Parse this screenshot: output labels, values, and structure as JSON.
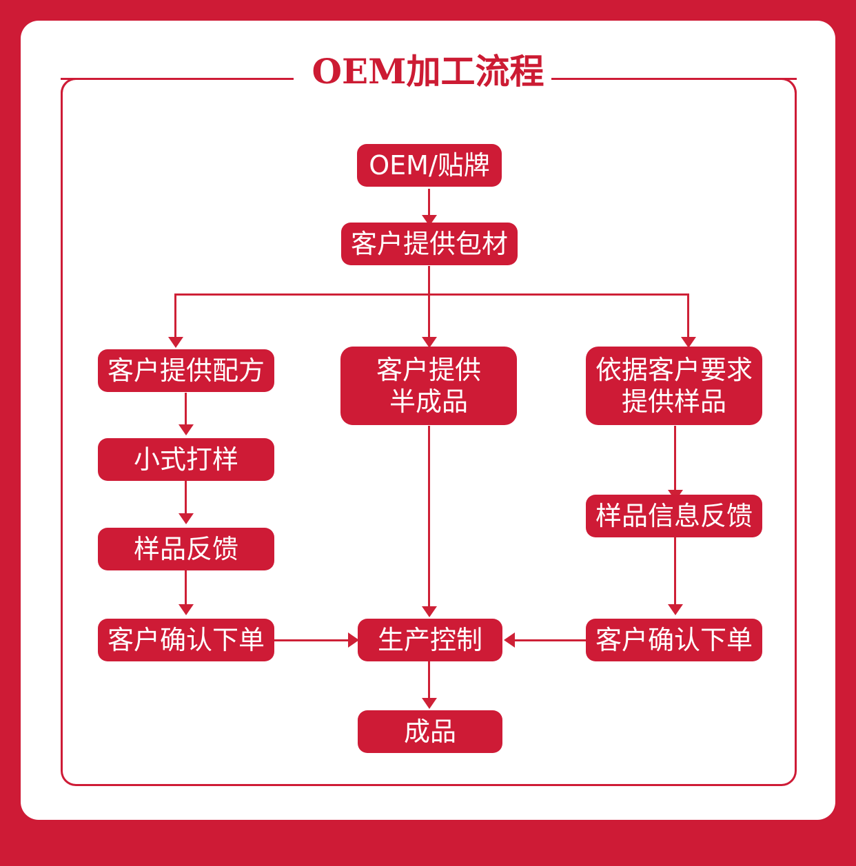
{
  "title": "OEM加工流程",
  "colors": {
    "frame": "#ce1b36",
    "node_fill": "#ce1b36",
    "node_text": "#ffffff",
    "connector": "#ce2036",
    "title_text": "#cc1b33",
    "panel": "#ffffff"
  },
  "chart_data": {
    "type": "diagram",
    "diagram_kind": "flowchart",
    "title": "OEM加工流程",
    "orientation": "top-to-bottom",
    "nodes": [
      {
        "id": "n1",
        "label": "OEM/贴牌",
        "column": "center",
        "row": 1
      },
      {
        "id": "n2",
        "label": "客户提供包材",
        "column": "center",
        "row": 2
      },
      {
        "id": "n3",
        "label": "客户提供配方",
        "column": "left",
        "row": 3
      },
      {
        "id": "n4",
        "label": "客户提供\n半成品",
        "column": "center",
        "row": 3
      },
      {
        "id": "n5",
        "label": "依据客户要求\n提供样品",
        "column": "right",
        "row": 3
      },
      {
        "id": "n6",
        "label": "小式打样",
        "column": "left",
        "row": 4
      },
      {
        "id": "n7",
        "label": "样品反馈",
        "column": "left",
        "row": 5
      },
      {
        "id": "n8",
        "label": "样品信息反馈",
        "column": "right",
        "row": 5
      },
      {
        "id": "n9",
        "label": "客户确认下单",
        "column": "left",
        "row": 6
      },
      {
        "id": "n10",
        "label": "生产控制",
        "column": "center",
        "row": 6
      },
      {
        "id": "n11",
        "label": "客户确认下单",
        "column": "right",
        "row": 6
      },
      {
        "id": "n12",
        "label": "成品",
        "column": "center",
        "row": 7
      }
    ],
    "edges": [
      {
        "from": "n1",
        "to": "n2",
        "style": "arrow-down"
      },
      {
        "from": "n2",
        "to": "n3",
        "style": "branch-down-left"
      },
      {
        "from": "n2",
        "to": "n4",
        "style": "arrow-down"
      },
      {
        "from": "n2",
        "to": "n5",
        "style": "branch-down-right"
      },
      {
        "from": "n3",
        "to": "n6",
        "style": "arrow-down"
      },
      {
        "from": "n6",
        "to": "n7",
        "style": "arrow-down"
      },
      {
        "from": "n7",
        "to": "n9",
        "style": "arrow-down"
      },
      {
        "from": "n9",
        "to": "n10",
        "style": "arrow-right"
      },
      {
        "from": "n4",
        "to": "n10",
        "style": "arrow-down"
      },
      {
        "from": "n5",
        "to": "n8",
        "style": "arrow-down"
      },
      {
        "from": "n8",
        "to": "n11",
        "style": "arrow-down"
      },
      {
        "from": "n11",
        "to": "n10",
        "style": "arrow-left"
      },
      {
        "from": "n10",
        "to": "n12",
        "style": "arrow-down"
      }
    ]
  }
}
